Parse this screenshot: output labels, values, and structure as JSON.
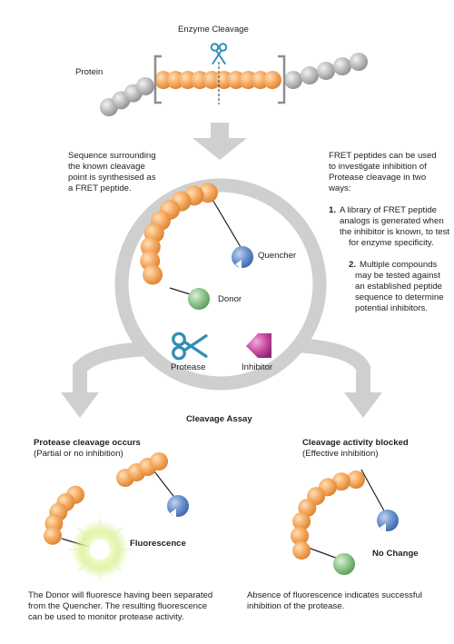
{
  "colors": {
    "bead_orange": "#F2A45C",
    "bead_grey": "#B4B4B4",
    "quencher_blue": "#5E86C2",
    "donor_green": "#7FB77E",
    "protease_teal": "#2E8FB3",
    "inhibitor_magenta": "#C0409A",
    "arrow_grey": "#CDCDCD"
  },
  "icons": [
    "scissors-icon",
    "inhibitor-pentagon-icon",
    "fluorescence-glow-icon"
  ],
  "top": {
    "enzyme_label": "Enzyme Cleavage",
    "protein_label": "Protein"
  },
  "left_note": [
    "Sequence surrounding",
    "the known cleavage",
    "point is synthesised as",
    "a FRET peptide."
  ],
  "right_note": {
    "intro": [
      "FRET peptides can be used",
      "to investigate inhibition of",
      "Protease cleavage in two",
      "ways:"
    ],
    "item1": {
      "num": "1.",
      "lines": [
        "A library of FRET peptide",
        "analogs is generated when",
        "the inhibitor is known, to test",
        "for enzyme specificity."
      ]
    },
    "item2": {
      "num": "2.",
      "lines": [
        "Multiple compounds",
        "may be tested against",
        "an established peptide",
        "sequence to determine",
        "potential inhibitors."
      ]
    }
  },
  "assay": {
    "quencher_label": "Quencher",
    "donor_label": "Donor",
    "protease_label": "Protease",
    "inhibitor_label": "Inhibitor",
    "title": "Cleavage Assay"
  },
  "left_outcome": {
    "heading": "Protease cleavage occurs",
    "subheading": "(Partial or no inhibition)",
    "fluorescence_label": "Fluorescence",
    "caption": [
      "The Donor will fluoresce having been separated",
      "from the Quencher. The resulting fluorescence",
      "can be used to monitor protease activity."
    ]
  },
  "right_outcome": {
    "heading": "Cleavage activity blocked",
    "subheading": "(Effective inhibition)",
    "no_change_label": "No Change",
    "caption": [
      "Absence of fluorescence indicates successful",
      "inhibition of the protease."
    ]
  }
}
